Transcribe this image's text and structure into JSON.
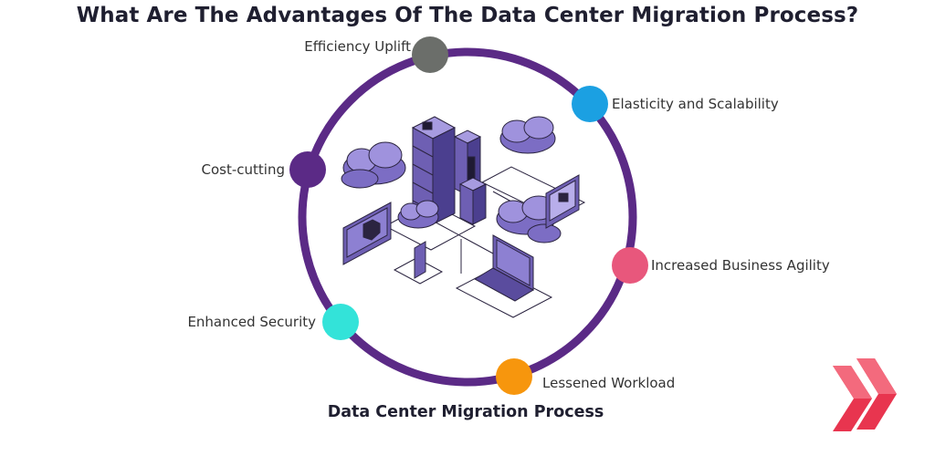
{
  "title": "What Are The Advantages Of The Data Center Migration Process?",
  "caption": "Data Center Migration Process",
  "ring_color": "#5b2a86",
  "illustration_color": "#6e5fb3",
  "nodes": [
    {
      "label": "Efficiency Uplift",
      "color": "#6b6e6a"
    },
    {
      "label": "Elasticity and Scalability",
      "color": "#1ba0e2"
    },
    {
      "label": "Increased Business Agility",
      "color": "#e8577c"
    },
    {
      "label": "Lessened Workload",
      "color": "#f7960d"
    },
    {
      "label": "Enhanced Security",
      "color": "#33e3d9"
    },
    {
      "label": "Cost-cutting",
      "color": "#5b2a86"
    }
  ],
  "logo_color": "#e8354f"
}
